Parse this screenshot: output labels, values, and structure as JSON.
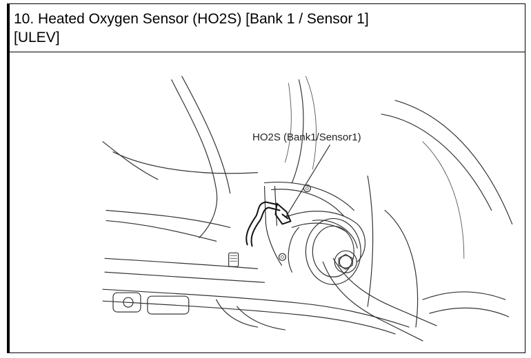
{
  "header": {
    "title_line1": "10. Heated Oxygen Sensor (HO2S) [Bank 1 / Sensor 1]",
    "title_line2": "[ULEV]"
  },
  "figure": {
    "callout_label": "HO2S (Bank1/Sensor1)"
  }
}
